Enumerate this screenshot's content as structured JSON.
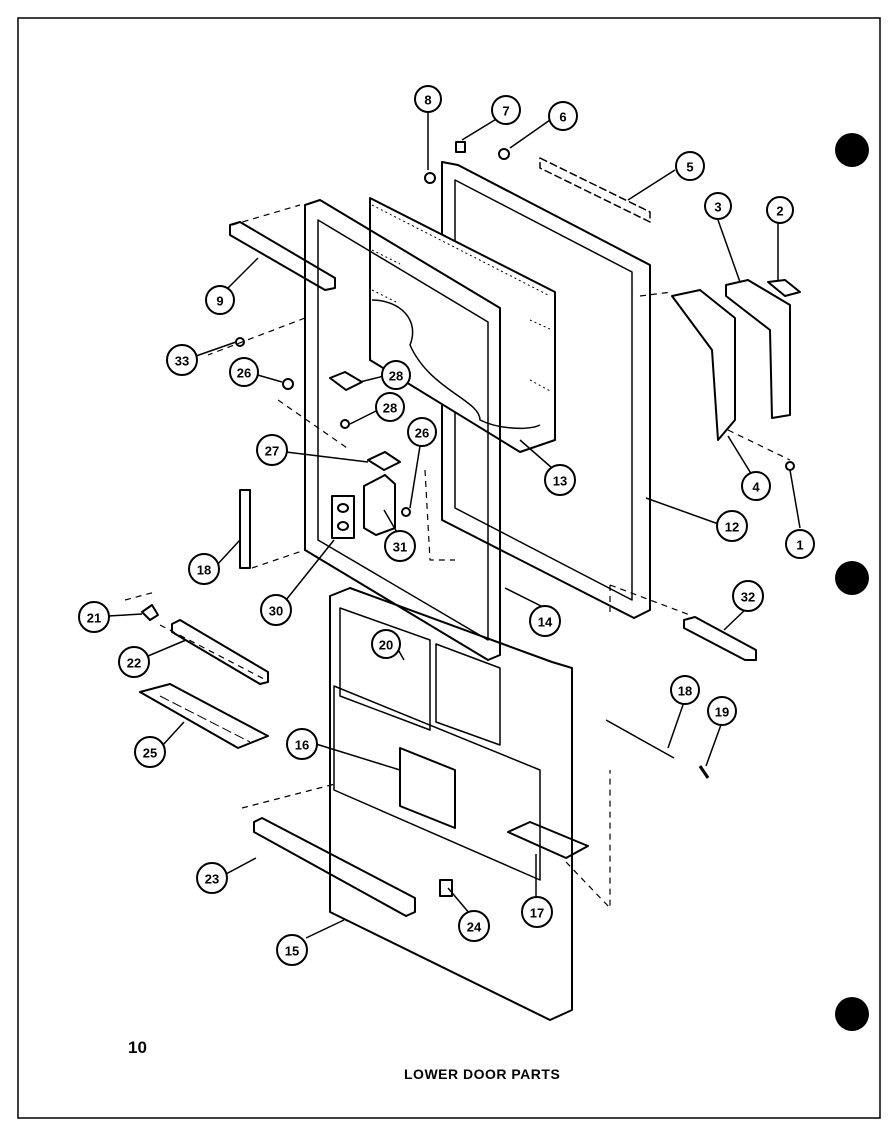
{
  "page": {
    "number": "10",
    "caption": "LOWER DOOR PARTS"
  },
  "diagram": {
    "callouts": [
      {
        "id": "c1",
        "label": "1"
      },
      {
        "id": "c2",
        "label": "2"
      },
      {
        "id": "c3",
        "label": "3"
      },
      {
        "id": "c4",
        "label": "4"
      },
      {
        "id": "c5",
        "label": "5"
      },
      {
        "id": "c6",
        "label": "6"
      },
      {
        "id": "c7",
        "label": "7"
      },
      {
        "id": "c8",
        "label": "8"
      },
      {
        "id": "c9",
        "label": "9"
      },
      {
        "id": "c12",
        "label": "12"
      },
      {
        "id": "c13",
        "label": "13"
      },
      {
        "id": "c14",
        "label": "14"
      },
      {
        "id": "c15",
        "label": "15"
      },
      {
        "id": "c16",
        "label": "16"
      },
      {
        "id": "c17",
        "label": "17"
      },
      {
        "id": "c18",
        "label": "18"
      },
      {
        "id": "c18b",
        "label": "18"
      },
      {
        "id": "c19",
        "label": "19"
      },
      {
        "id": "c20",
        "label": "20"
      },
      {
        "id": "c21",
        "label": "21"
      },
      {
        "id": "c22",
        "label": "22"
      },
      {
        "id": "c23",
        "label": "23"
      },
      {
        "id": "c24",
        "label": "24"
      },
      {
        "id": "c25",
        "label": "25"
      },
      {
        "id": "c26a",
        "label": "26"
      },
      {
        "id": "c26b",
        "label": "26"
      },
      {
        "id": "c27",
        "label": "27"
      },
      {
        "id": "c28a",
        "label": "28"
      },
      {
        "id": "c28b",
        "label": "28"
      },
      {
        "id": "c30",
        "label": "30"
      },
      {
        "id": "c31",
        "label": "31"
      },
      {
        "id": "c32",
        "label": "32"
      },
      {
        "id": "c33",
        "label": "33"
      }
    ]
  },
  "colors": {
    "ink": "#000000",
    "paper": "#ffffff"
  }
}
